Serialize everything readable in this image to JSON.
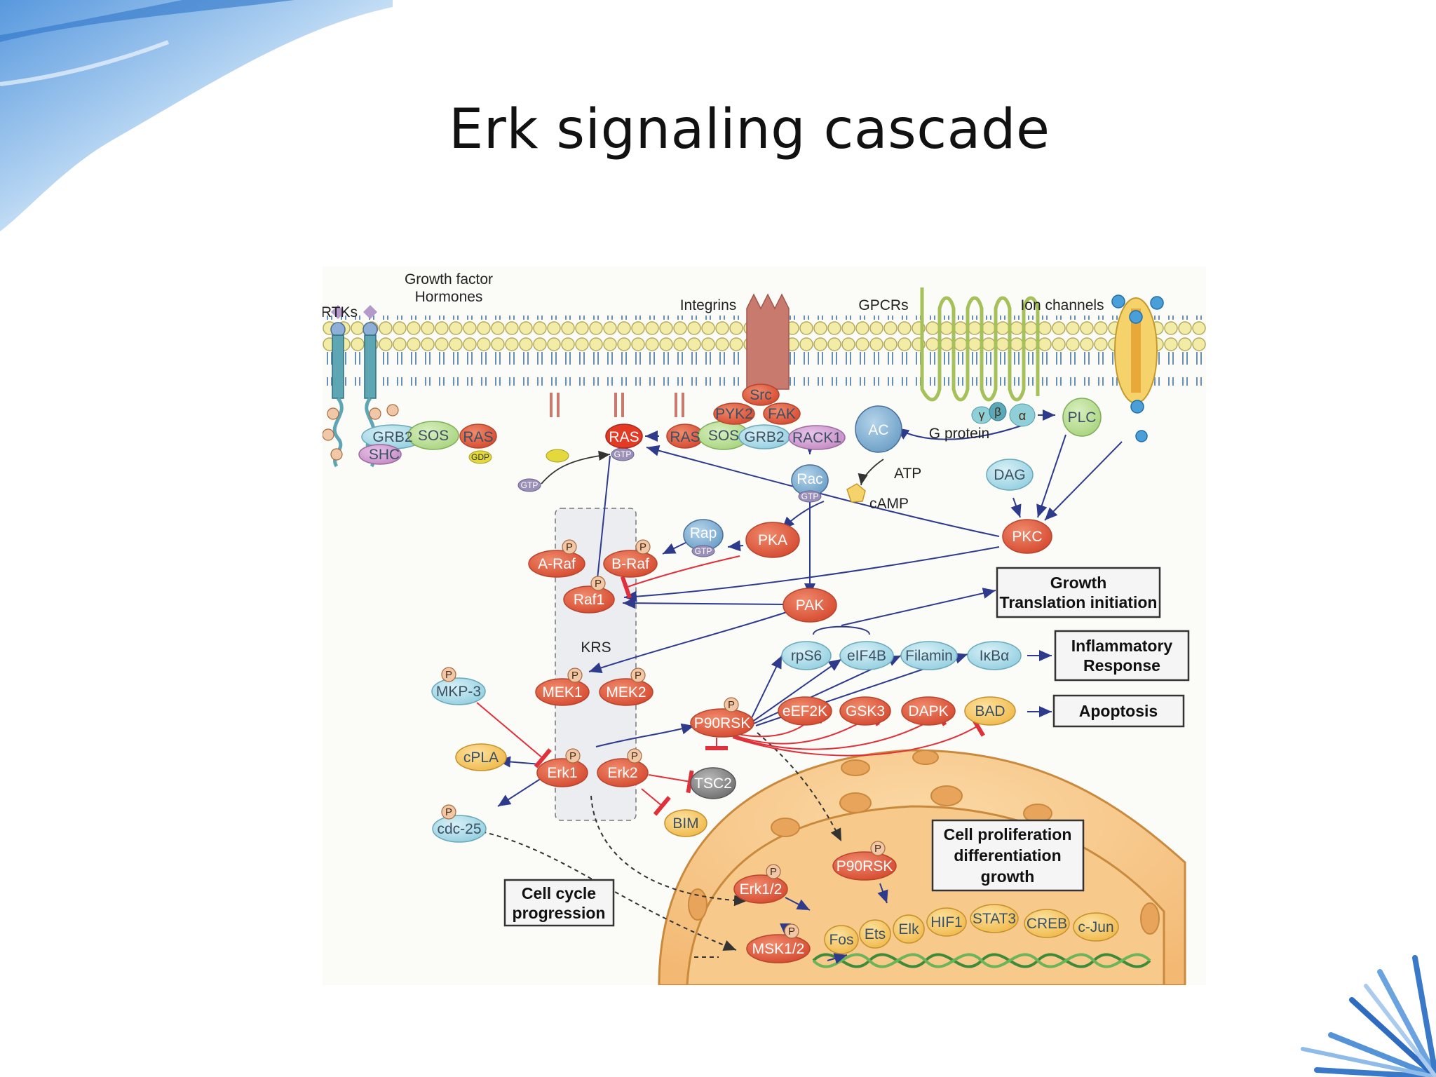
{
  "slide": {
    "title": "Erk signaling cascade",
    "accent_color": "#4a90d9"
  },
  "diagram": {
    "colors": {
      "arrow": "#2e3a8c",
      "inhibit": "#e0303a",
      "node_red": "#e25b3f",
      "node_teal": "#a9dbe8",
      "node_yellow": "#f6c75a",
      "node_gray": "#8a8a8a",
      "nucleus": "#f7c98b",
      "membrane": "#f3eca6"
    },
    "membrane_labels": {
      "rtks": "RTKs",
      "growth_factor_line1": "Growth factor",
      "growth_factor_line2": "Hormones",
      "integrins": "Integrins",
      "gpcrs": "GPCRs",
      "ion_channels": "Ion channels"
    },
    "small_labels": {
      "p": "P",
      "gtp": "GTP",
      "gdp": "GDP",
      "atp": "ATP",
      "camp": "cAMP",
      "krs": "KRS",
      "gamma": "γ",
      "beta": "β",
      "alpha": "α",
      "g_protein": "G protein"
    },
    "nodes": {
      "grb2_a": "GRB2",
      "sos_a": "SOS",
      "ras_a": "RAS",
      "shc": "SHC",
      "ras_center": "RAS",
      "ras_b": "RAS",
      "sos_b": "SOS",
      "grb2_b": "GRB2",
      "src": "Src",
      "pyk2": "PYK2",
      "fak": "FAK",
      "rack1": "RACK1",
      "ac": "AC",
      "plc": "PLC",
      "dag": "DAG",
      "rac": "Rac",
      "rap": "Rap",
      "pka": "PKA",
      "pkc": "PKC",
      "a_raf": "A-Raf",
      "b_raf": "B-Raf",
      "raf1": "Raf1",
      "pak": "PAK",
      "mek1": "MEK1",
      "mek2": "MEK2",
      "mkp3": "MKP-3",
      "erk1": "Erk1",
      "erk2": "Erk2",
      "cpla": "cPLA",
      "cdc25": "cdc-25",
      "p90rsk": "P90RSK",
      "tsc2": "TSC2",
      "bim": "BIM",
      "rps6": "rpS6",
      "eif4b": "eIF4B",
      "filamin": "Filamin",
      "ikba": "IκBα",
      "eef2k": "eEF2K",
      "gsk3": "GSK3",
      "dapk": "DAPK",
      "bad": "BAD",
      "p90rsk_nuc": "P90RSK",
      "erk12": "Erk1/2",
      "msk12": "MSK1/2",
      "fos": "Fos",
      "ets": "Ets",
      "elk": "Elk",
      "hif1": "HIF1",
      "stat3": "STAT3",
      "creb": "CREB",
      "cjun": "c-Jun"
    },
    "outcomes": {
      "growth_line1": "Growth",
      "growth_line2": "Translation initiation",
      "inflammatory_line1": "Inflammatory",
      "inflammatory_line2": "Response",
      "apoptosis": "Apoptosis",
      "proliferation_line1": "Cell proliferation",
      "proliferation_line2": "differentiation",
      "proliferation_line3": "growth",
      "cell_cycle_line1": "Cell cycle",
      "cell_cycle_line2": "progression"
    }
  }
}
